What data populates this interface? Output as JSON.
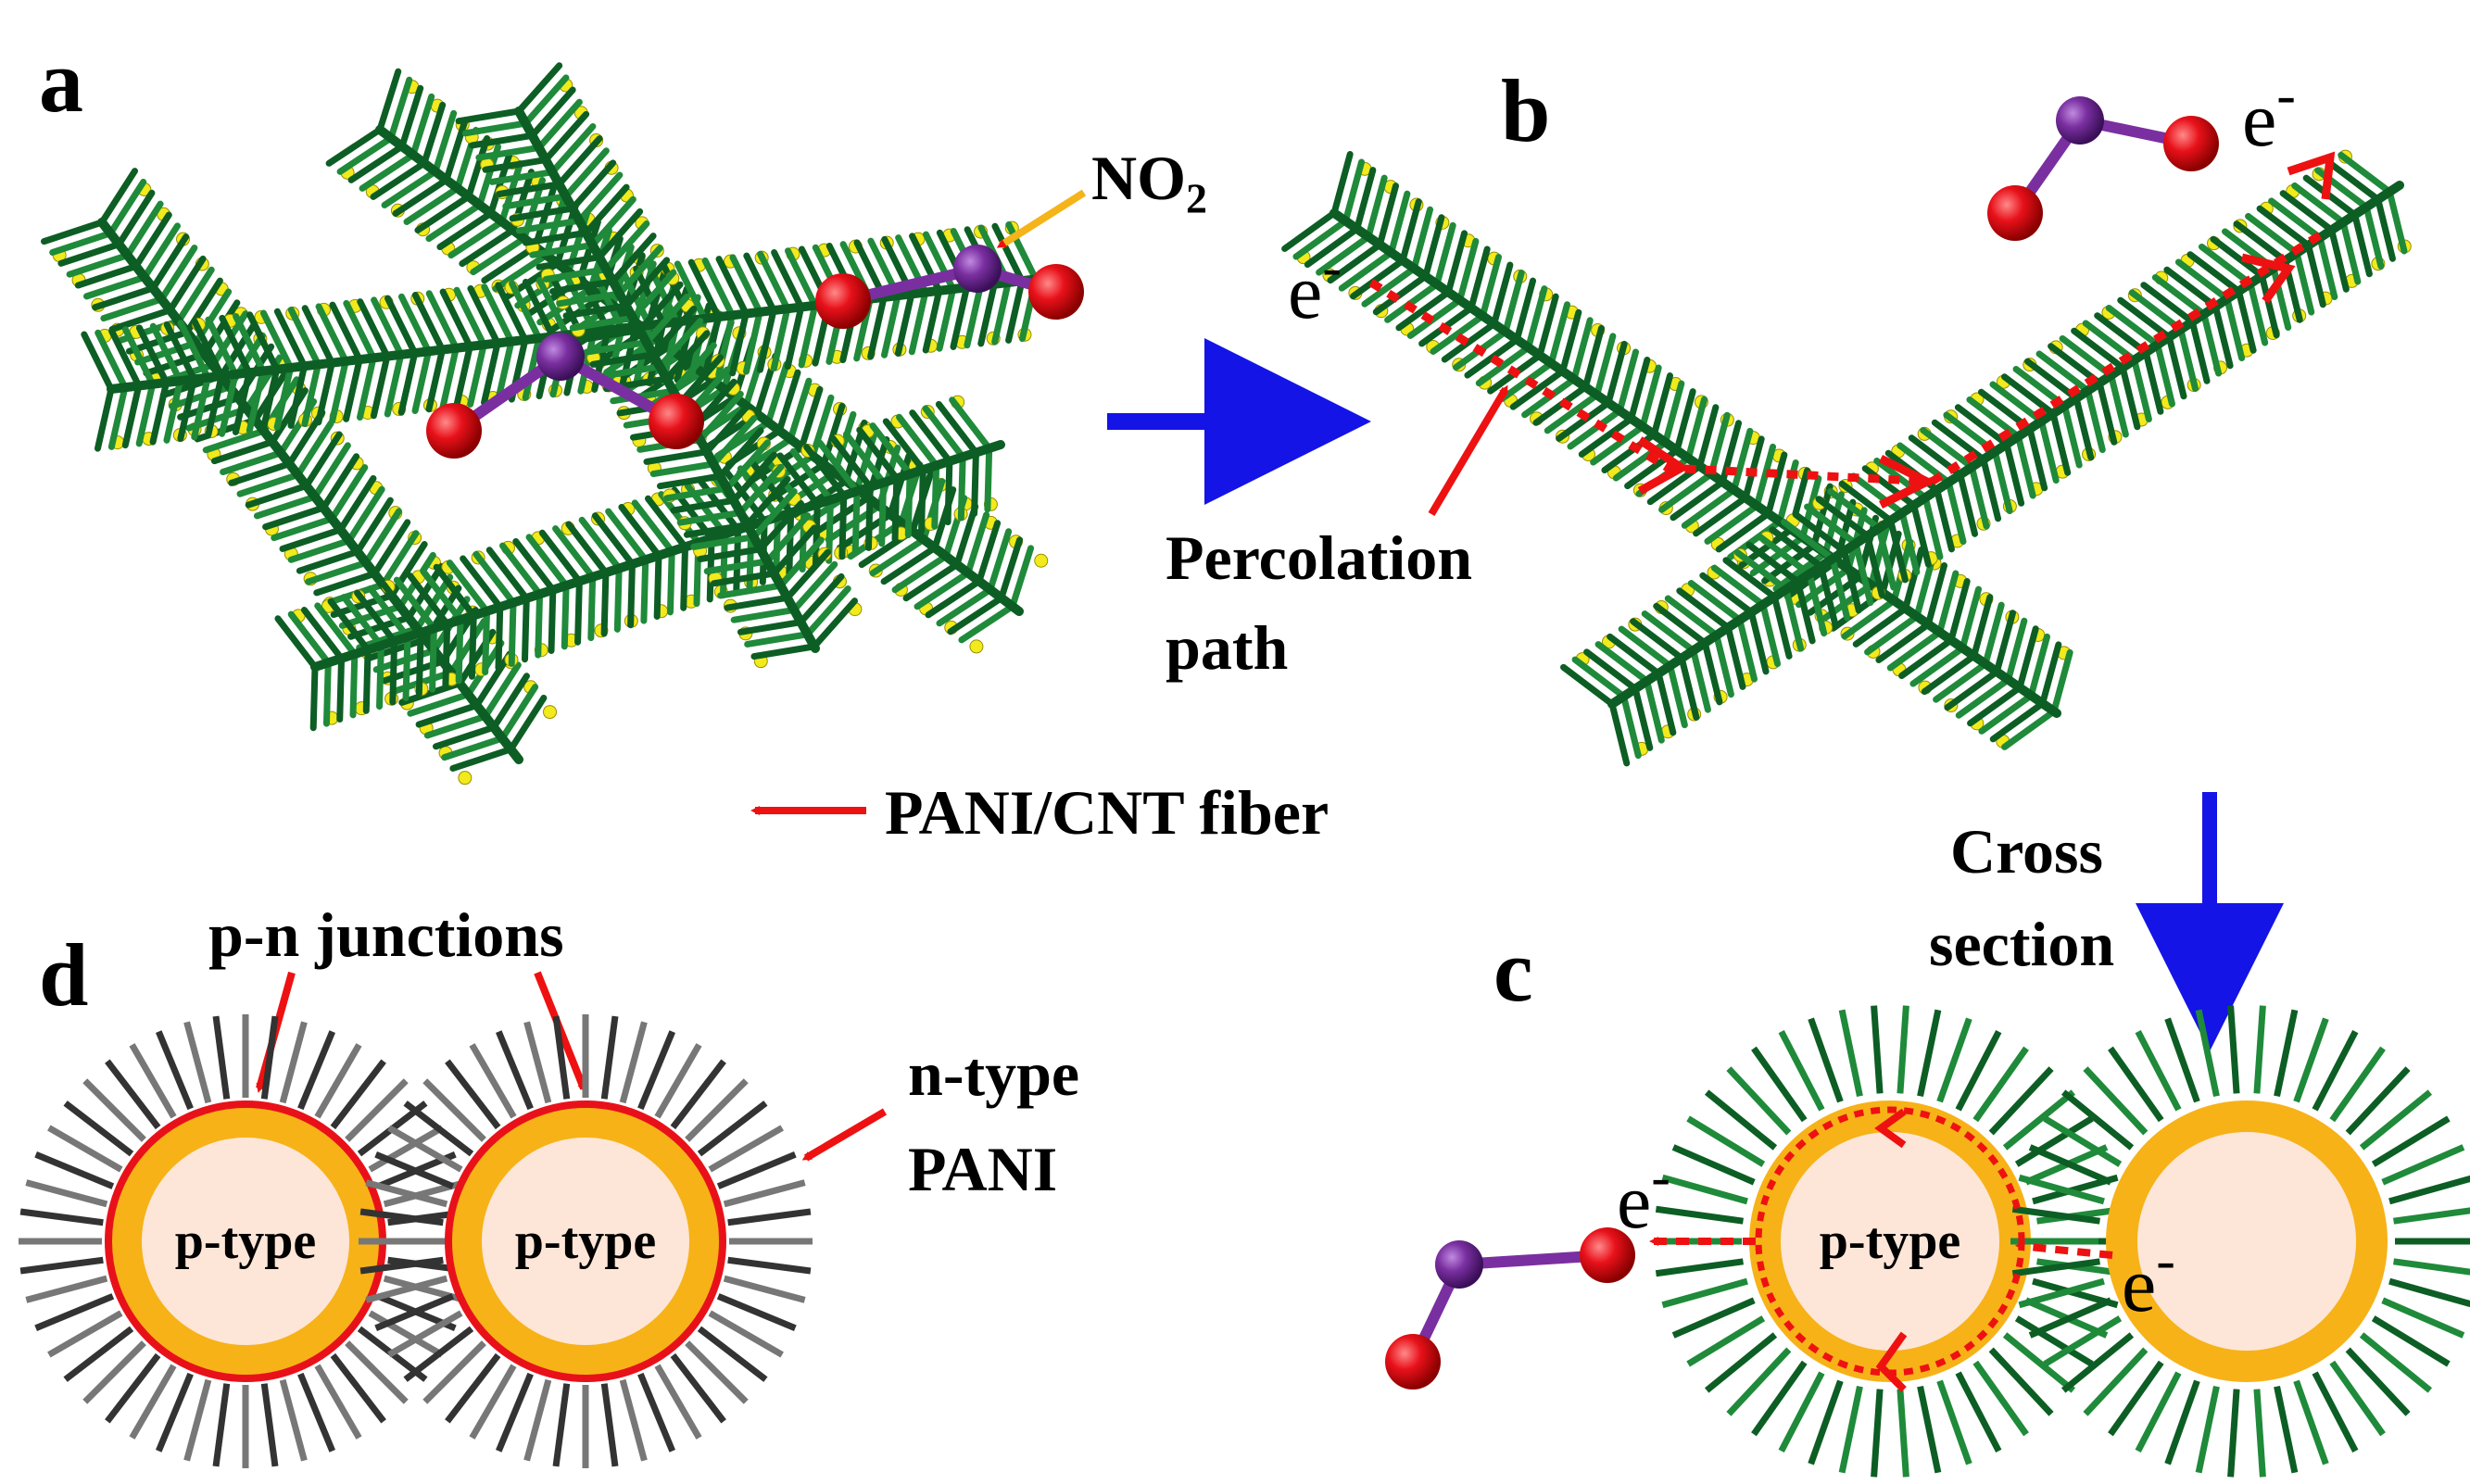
{
  "panels": {
    "a": "a",
    "b": "b",
    "c": "c",
    "d": "d"
  },
  "labels": {
    "no2": "NO",
    "no2_sub": "2",
    "fiber": "PANI/CNT fiber",
    "percolation_line1": "Percolation",
    "percolation_line2": "path",
    "cross_line1": "Cross",
    "cross_line2": "section",
    "pn_junctions": "p-n junctions",
    "ntype_line1": "n-type",
    "ntype_line2": "PANI",
    "ptype": "p-type",
    "electron": "e",
    "electron_charge": "-"
  },
  "colors": {
    "pani_green": "#1f8a3a",
    "pani_dark_green": "#0d5e24",
    "cnt_yellow": "#f2ea1c",
    "oxygen_red": "#e8111a",
    "nitrogen_purple": "#7a2fa0",
    "process_arrow_blue": "#1414e6",
    "pointer_red": "#ee1111",
    "pointer_orange": "#f4b41a",
    "shell_orange": "#f7b218",
    "core_fill": "#fde6d8",
    "junction_red": "#e8111a",
    "bristle_grey": "#555555"
  }
}
